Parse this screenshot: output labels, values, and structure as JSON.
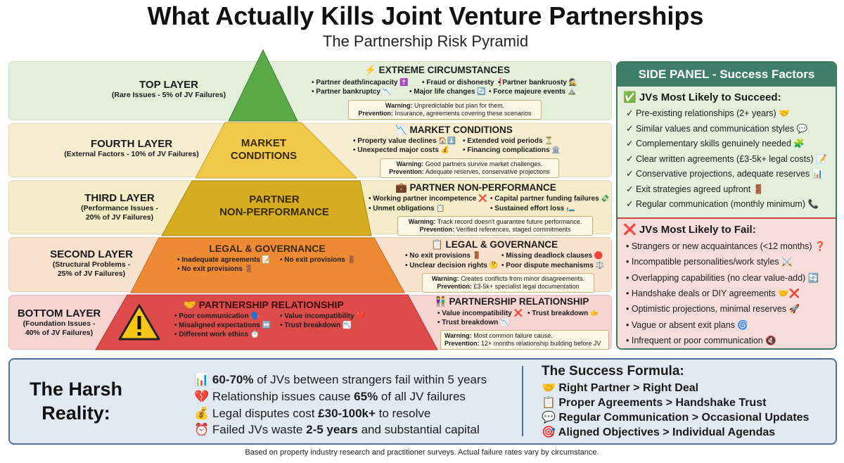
{
  "title": "What Actually Kills Joint Venture Partnerships",
  "subtitle": "The Partnership Risk Pyramid",
  "layers": [
    {
      "title": "TOP LAYER",
      "sub1": "(Rare Issues - 5% of JV Failures)",
      "sub2": ""
    },
    {
      "title": "FOURTH LAYER",
      "sub1": "(External Factors - 10% of JV Failures)",
      "sub2": ""
    },
    {
      "title": "THIRD LAYER",
      "sub1": "(Performance Issues -",
      "sub2": "20% of JV Failures)"
    },
    {
      "title": "SECOND LAYER",
      "sub1": "(Structural Problems -",
      "sub2": "25% of JV Failures)"
    },
    {
      "title": "BOTTOM LAYER",
      "sub1": "(Foundation Issues -",
      "sub2": "40% of JV Failures)"
    }
  ],
  "pyramid": {
    "market1": "MARKET",
    "market2": "CONDITIONS",
    "partner1": "PARTNER",
    "partner2": "NON-PERFORMANCE",
    "legal": "LEGAL & GOVERNANCE",
    "legal_items": [
      "• Inadequate agreements 📝",
      "• No exit provisions 🚪",
      "• No exit provisions 🚪"
    ],
    "rel": "🤝 PARTNERSHIP RELATIONSHIP",
    "rel_items": [
      "• Poor communication 🗣️",
      "• Value incompatibility ❤️",
      "• Misaligned expectations ↔️",
      "• Trust breakdown 📉",
      "• Different work ethics ⏱️"
    ]
  },
  "categories": [
    {
      "title": "⚡ EXTREME CIRCUMSTANCES",
      "items": [
        "• Partner death/incapacity ✝️",
        "• Fraud or dishonesty ❗",
        "• Partner bankruosty 🕵️",
        "• Partner bankruptcy 📉",
        "• Major life changes 🔄",
        "• Force majeure events ⛰️"
      ],
      "warning": "Unpredictable but plan for them.",
      "prevention": "Insurance, agreements covering these scenarios"
    },
    {
      "title": "📉 MARKET CONDITIONS",
      "items": [
        "• Property value declines 🏠⬇️",
        "• Extended void periods ⏳",
        "• Unexpected major costs 💰",
        "• Financing complications 🏛️"
      ],
      "warning": "Good partners survive market challenges.",
      "prevention": "Adequate reserves, conservative projections"
    },
    {
      "title": "💼 PARTNER NON-PERFORMANCE",
      "items": [
        "• Working partner incompetence ❌",
        "• Capital partner funding failures 💸",
        "• Unmet obligations 📋",
        "• Sustained effort loss 🛏️"
      ],
      "warning": "Track record doesn't guarantee future performance.",
      "prevention": "Verified references, staged commitments"
    },
    {
      "title": "📋 LEGAL & GOVERNANCE",
      "items": [
        "• No exit provisions 🚪",
        "• Missing deadlock clauses 🛑",
        "• Unclear decision rights 🤔",
        "• Poor dispute mechanisms ⚖️"
      ],
      "warning": "Creates conflicts from minor disagreements.",
      "prevention": "£3-5k+ specialist legal documentation"
    },
    {
      "title": "👫 PARTNERSHIP RELATIONSHIP",
      "items": [
        "• Value incompatibility ❌",
        "• Trust breakdown 🫱",
        "• Trust breakdown 📉"
      ],
      "warning": "Most common failure cause.",
      "prevention": "12+ months relationship building before JV"
    }
  ],
  "labels": {
    "warning": "Warning:",
    "prevention": "Prevention:"
  },
  "side": {
    "header": "SIDE PANEL - Success Factors",
    "succ_title": "✅ JVs Most Likely to Succeed:",
    "succ_items": [
      "✓ Pre-existing relationships (2+ years) 🤝",
      "✓ Similar values and communication styles 💬",
      "✓ Complementary skills genuinely needed 🧩",
      "✓ Clear written agreements (£3-5k+ legal costs) 📝",
      "✓ Conservative projections, adequate reserves 📊",
      "✓ Exit strategies agreed upfront 🚪",
      "✓ Regular communication (monthly minimum) 📞"
    ],
    "fail_title": "❌ JVs Most Likely to Fail:",
    "fail_items": [
      "• Strangers or new acquaintances (<12 months) ❓",
      "• Incompatible personalities/work styles ⚔️",
      "• Overlapping capabilities (no clear value-add) 🔄",
      "• Handshake deals or DIY agreements 🤝❌",
      "• Optimistic projections, minimal reserves 🚀",
      "• Vague or absent exit plans 🌀",
      "• Infrequent or poor communication 🔇"
    ]
  },
  "harsh": {
    "line1": "The Harsh",
    "line2": "Reality:"
  },
  "stats": [
    {
      "pre": "📊 ",
      "bold": "60-70%",
      "post": " of JVs between strangers fail within 5 years"
    },
    {
      "pre": "💔 Relationship issues cause ",
      "bold": "65%",
      "post": " of all JV failures"
    },
    {
      "pre": "💰 Legal disputes cost ",
      "bold": "£30-100k+",
      "post": " to resolve"
    },
    {
      "pre": "⏰ Failed JVs waste ",
      "bold": "2-5 years",
      "post": " and substantial capital"
    }
  ],
  "formula": {
    "title": "The Success Formula:",
    "items": [
      "🤝 Right Partner > Right Deal",
      "📋 Proper Agreements > Handshake Trust",
      "💬 Regular Communication > Occasional Updates",
      "🎯 Aligned Objectives > Individual Agendas"
    ]
  },
  "footer": "Based on property industry research and practitioner surveys. Actual failure rates vary by circumstance.",
  "colors": {
    "top": "#5aab47",
    "market": "#f0c94a",
    "partner": "#d6ad20",
    "legal": "#ee8a33",
    "relationship": "#dd4b4b"
  }
}
